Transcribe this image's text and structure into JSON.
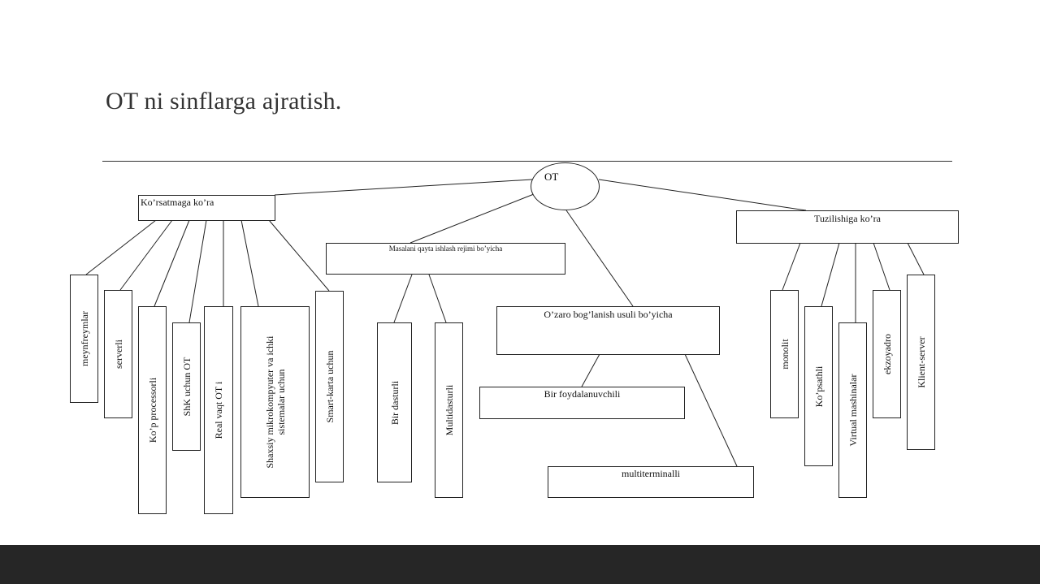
{
  "slide": {
    "title": "OT ni sinflarga ajratish.",
    "root": "OT",
    "categories": {
      "korsatma": "Ko’rsatmaga ko’ra",
      "masala": "Masalani qayta ishlash rejimi bo’yicha",
      "ozaro": "O’zaro bog’lanish usuli bo’yicha",
      "tuzilish": "Tuzilishiga ko’ra"
    },
    "korsatma_items": [
      "meynfreymlar",
      "serverli",
      "Ko’p processorli",
      "ShK uchun OT",
      "Real vaqt OT i",
      "Shaxsiy mikrokompyuter  va ichki sistemalar uchun",
      "Smart-karta uchun"
    ],
    "masala_items": [
      "Bir dasturli",
      "Multidasturli"
    ],
    "ozaro_items": [
      "Bir foydalanuvchili",
      "multiterminalli"
    ],
    "tuzilish_items": [
      "monolit",
      "Ko’psathli",
      "Virtual mashinalar",
      "ekzoyadro",
      "Klient-server"
    ]
  }
}
